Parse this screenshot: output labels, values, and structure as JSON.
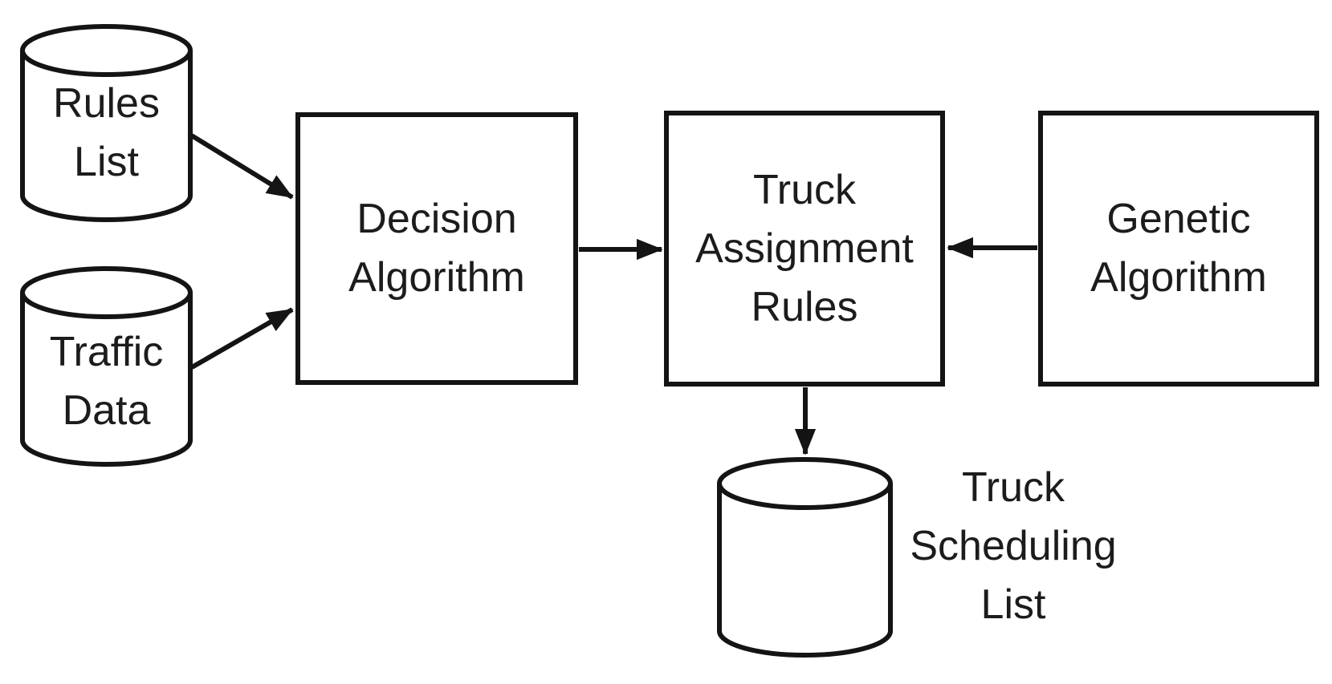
{
  "diagram": {
    "colors": {
      "background": "#ffffff",
      "stroke": "#141414",
      "text": "#1c1c1c"
    },
    "nodes": {
      "rules_list": {
        "type": "datastore-cylinder",
        "lines": [
          "Rules",
          "List"
        ]
      },
      "traffic_data": {
        "type": "datastore-cylinder",
        "lines": [
          "Traffic",
          "Data"
        ]
      },
      "decision_algorithm": {
        "type": "process-box",
        "lines": [
          "Decision",
          "Algorithm"
        ]
      },
      "truck_assignment_rules": {
        "type": "process-box",
        "lines": [
          "Truck",
          "Assignment",
          "Rules"
        ]
      },
      "genetic_algorithm": {
        "type": "process-box",
        "lines": [
          "Genetic",
          "Algorithm"
        ]
      },
      "truck_scheduling_list": {
        "type": "datastore-cylinder",
        "lines": [
          "Truck",
          "Scheduling",
          "List"
        ]
      }
    },
    "edges": [
      {
        "from": "rules_list",
        "to": "decision_algorithm"
      },
      {
        "from": "traffic_data",
        "to": "decision_algorithm"
      },
      {
        "from": "decision_algorithm",
        "to": "truck_assignment_rules"
      },
      {
        "from": "genetic_algorithm",
        "to": "truck_assignment_rules"
      },
      {
        "from": "truck_assignment_rules",
        "to": "truck_scheduling_list"
      }
    ]
  }
}
